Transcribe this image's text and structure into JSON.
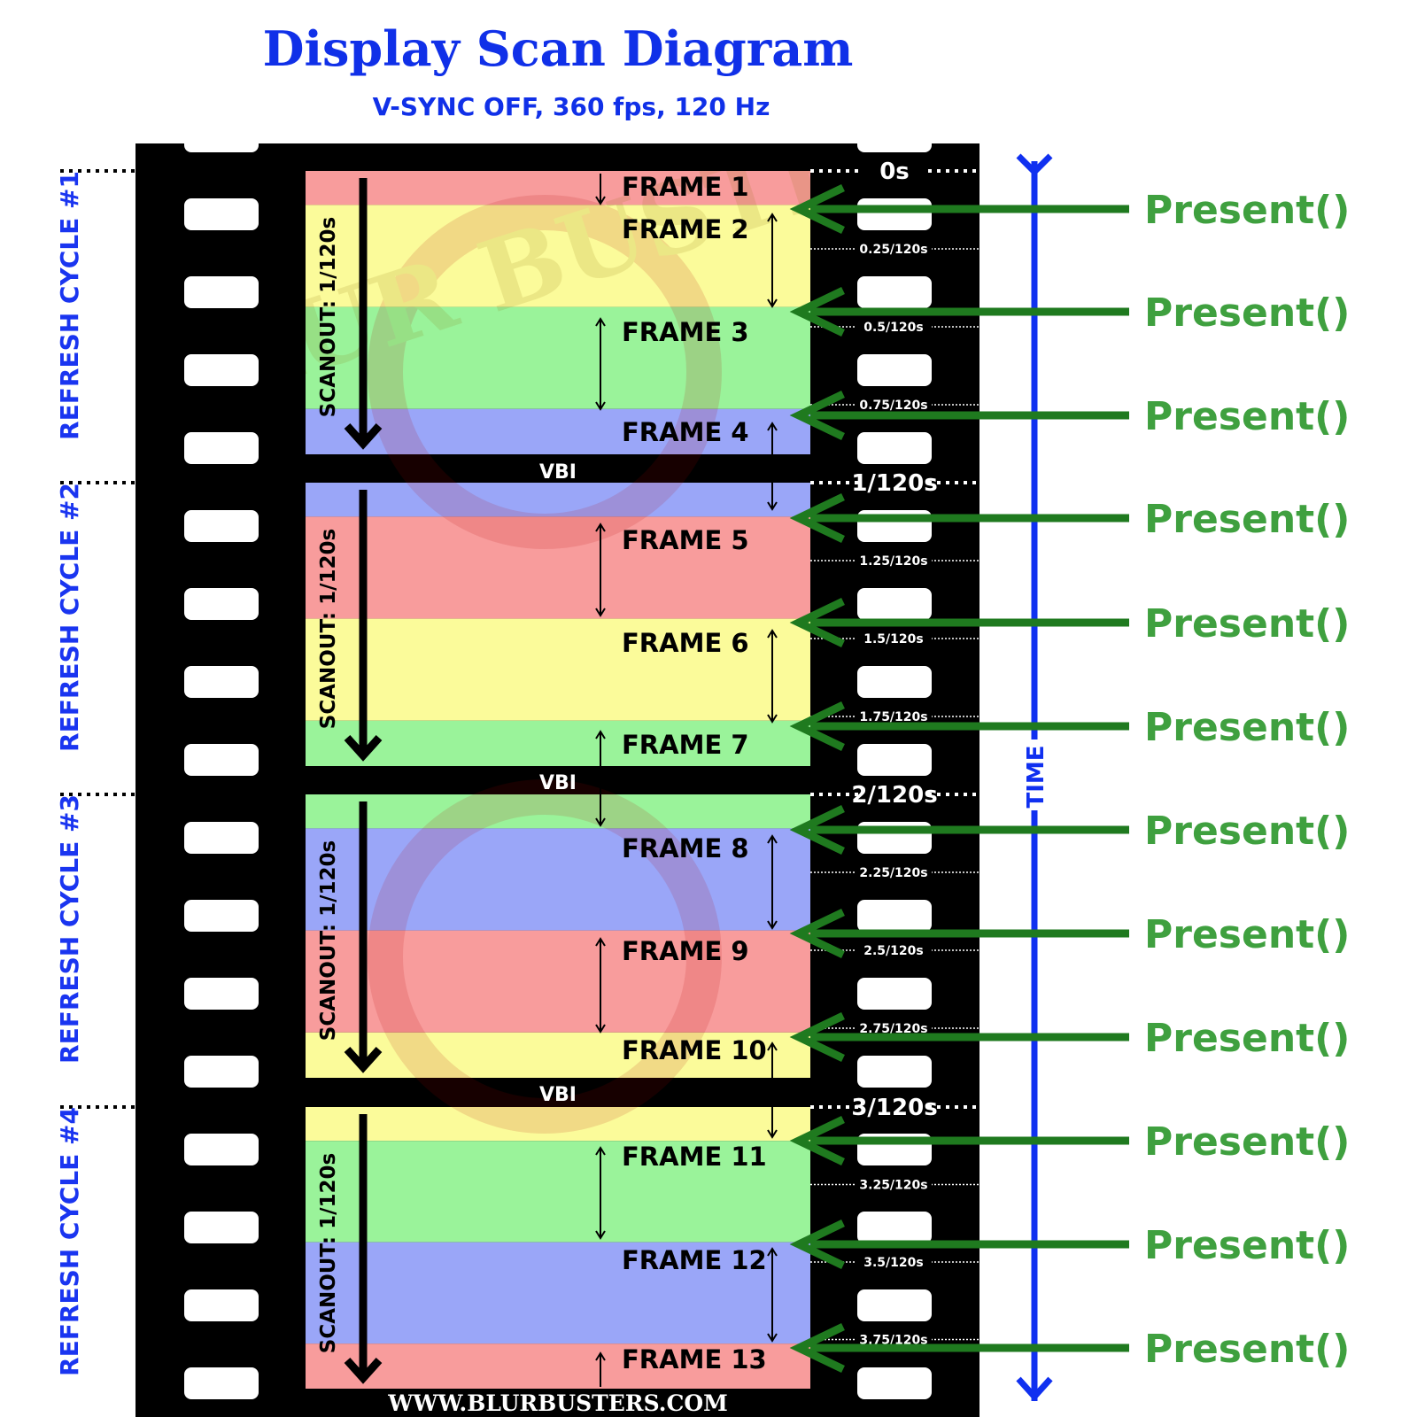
{
  "title": "Display Scan Diagram",
  "subtitle": "V-SYNC OFF, 360 fps, 120 Hz",
  "time_label": "TIME",
  "vbi_label": "VBI",
  "scanout_label": "SCANOUT: 1/120s",
  "present_label": "Present()",
  "website": "WWW.BLURBUSTERS.COM",
  "watermark": "BLUR BUSTERS",
  "refresh_cycles": [
    "REFRESH CYCLE #1",
    "REFRESH CYCLE #2",
    "REFRESH CYCLE #3",
    "REFRESH CYCLE #4"
  ],
  "major_times": [
    "0s",
    "1/120s",
    "2/120s",
    "3/120s"
  ],
  "minor_times": [
    "0.25/120s",
    "0.5/120s",
    "0.75/120s",
    "1.25/120s",
    "1.5/120s",
    "1.75/120s",
    "2.25/120s",
    "2.5/120s",
    "2.75/120s",
    "3.25/120s",
    "3.5/120s",
    "3.75/120s"
  ],
  "frames": [
    {
      "label": "FRAME 1",
      "color": "#f89c9c"
    },
    {
      "label": "FRAME 2",
      "color": "#fbfb9a"
    },
    {
      "label": "FRAME 3",
      "color": "#9af39a"
    },
    {
      "label": "FRAME 4",
      "color": "#9aa6f8"
    },
    {
      "label": "FRAME 5",
      "color": "#f89c9c"
    },
    {
      "label": "FRAME 6",
      "color": "#fbfb9a"
    },
    {
      "label": "FRAME 7",
      "color": "#9af39a"
    },
    {
      "label": "FRAME 8",
      "color": "#9aa6f8"
    },
    {
      "label": "FRAME 9",
      "color": "#f89c9c"
    },
    {
      "label": "FRAME 10",
      "color": "#fbfb9a"
    },
    {
      "label": "FRAME 11",
      "color": "#9af39a"
    },
    {
      "label": "FRAME 12",
      "color": "#9aa6f8"
    },
    {
      "label": "FRAME 13",
      "color": "#f89c9c"
    }
  ],
  "colors": {
    "title": "#1030e8",
    "cycle_label": "#1a35f0",
    "time_axis": "#1030f0",
    "present": "#3fa03f",
    "present_arrow": "#1f7a1f",
    "film": "#000000"
  }
}
